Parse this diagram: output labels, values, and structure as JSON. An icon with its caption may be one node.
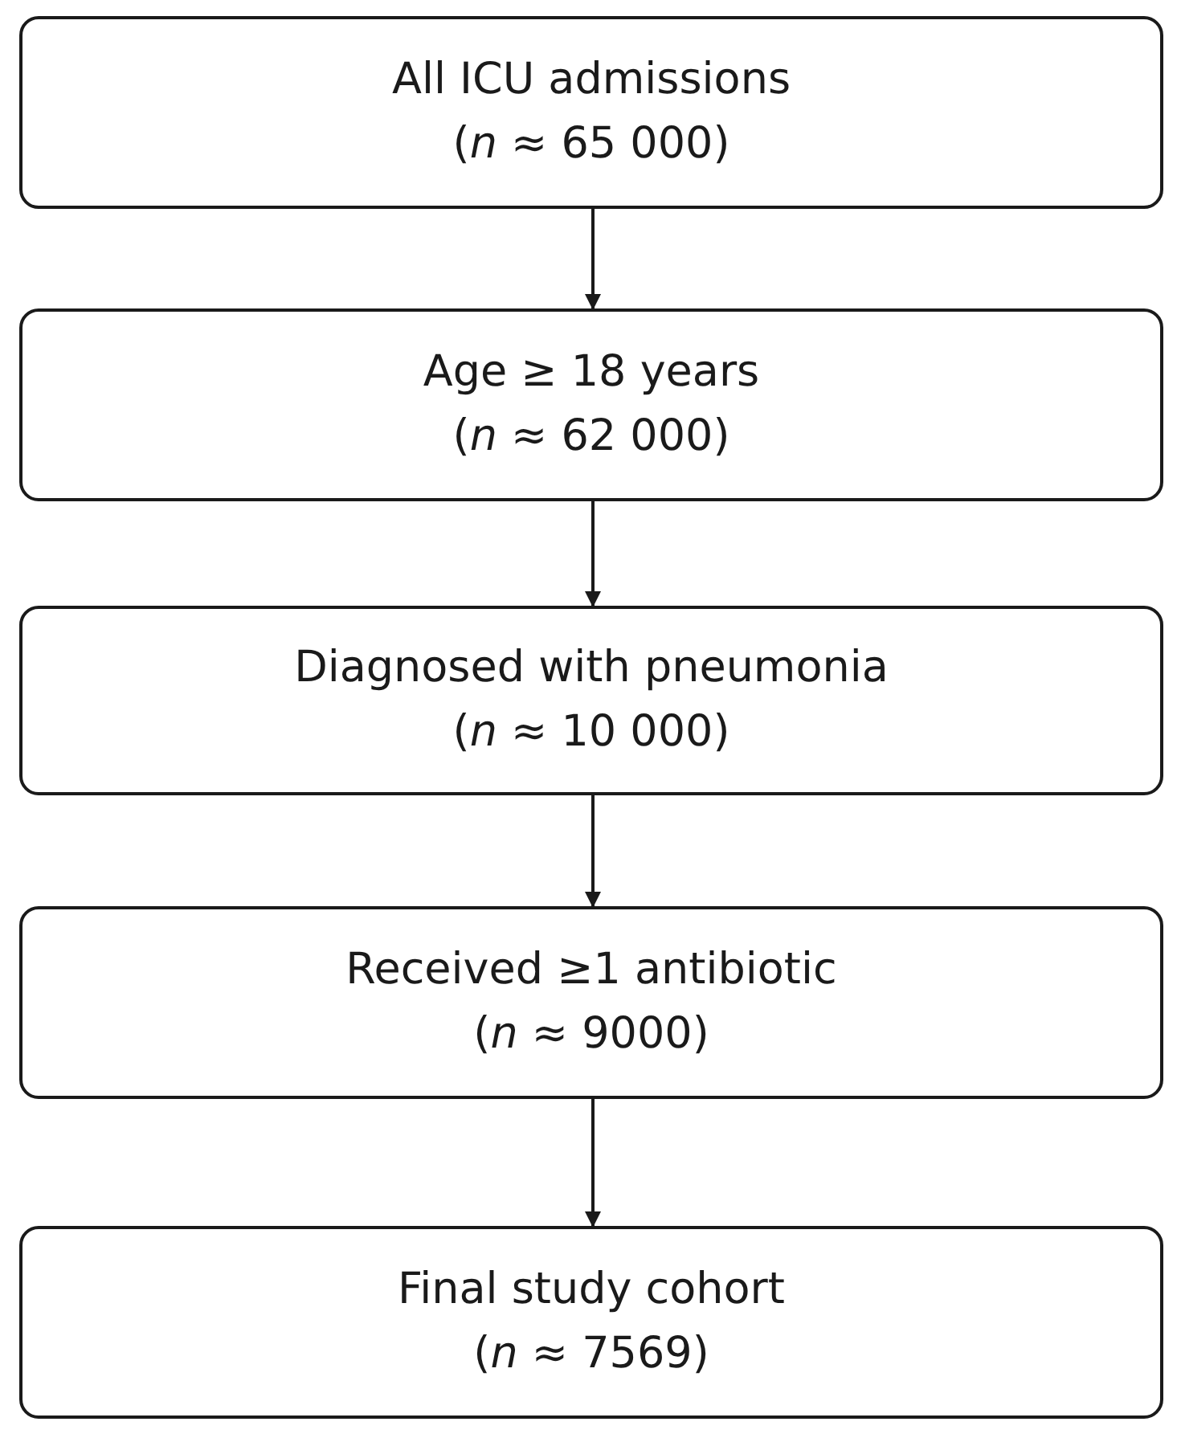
{
  "diagram": {
    "nodes": [
      {
        "text": [
          "All ICU admissions",
          "(*n* ≈ 65 000)"
        ]
      },
      {
        "text": [
          "Age ≥ 18 years",
          "(*n* ≈ 62 000)"
        ]
      },
      {
        "text": [
          "Diagnosed with pneumonia",
          "(*n* ≈ 10 000)"
        ]
      },
      {
        "text": [
          "Received ≥1 antibiotic",
          "(*n* ≈ 9000)"
        ]
      },
      {
        "text": [
          "Final study cohort",
          "(*n* ≈ 7569)"
        ]
      }
    ],
    "edges": [
      {
        "from": 0,
        "to": 1,
        "arrow": "to"
      },
      {
        "from": 1,
        "to": 2,
        "arrow": "to"
      },
      {
        "from": 2,
        "to": 3,
        "arrow": "to"
      },
      {
        "from": 3,
        "to": 4,
        "arrow": "to"
      }
    ]
  }
}
